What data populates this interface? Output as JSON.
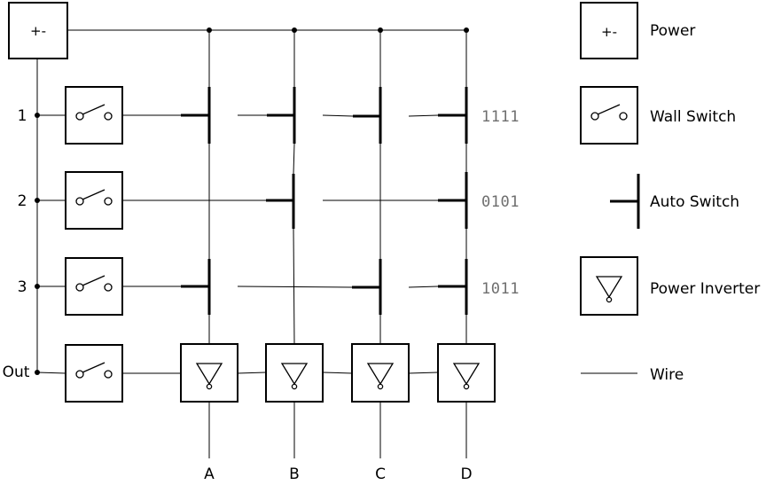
{
  "power_label": "+-",
  "rows": [
    {
      "label": "1",
      "code": "1111"
    },
    {
      "label": "2",
      "code": "0101"
    },
    {
      "label": "3",
      "code": "1011"
    },
    {
      "label": "Out"
    }
  ],
  "columns": [
    "A",
    "B",
    "C",
    "D"
  ],
  "legend": {
    "power": "Power",
    "wall_switch": "Wall Switch",
    "auto_switch": "Auto Switch",
    "power_inverter": "Power Inverter",
    "wire": "Wire"
  }
}
